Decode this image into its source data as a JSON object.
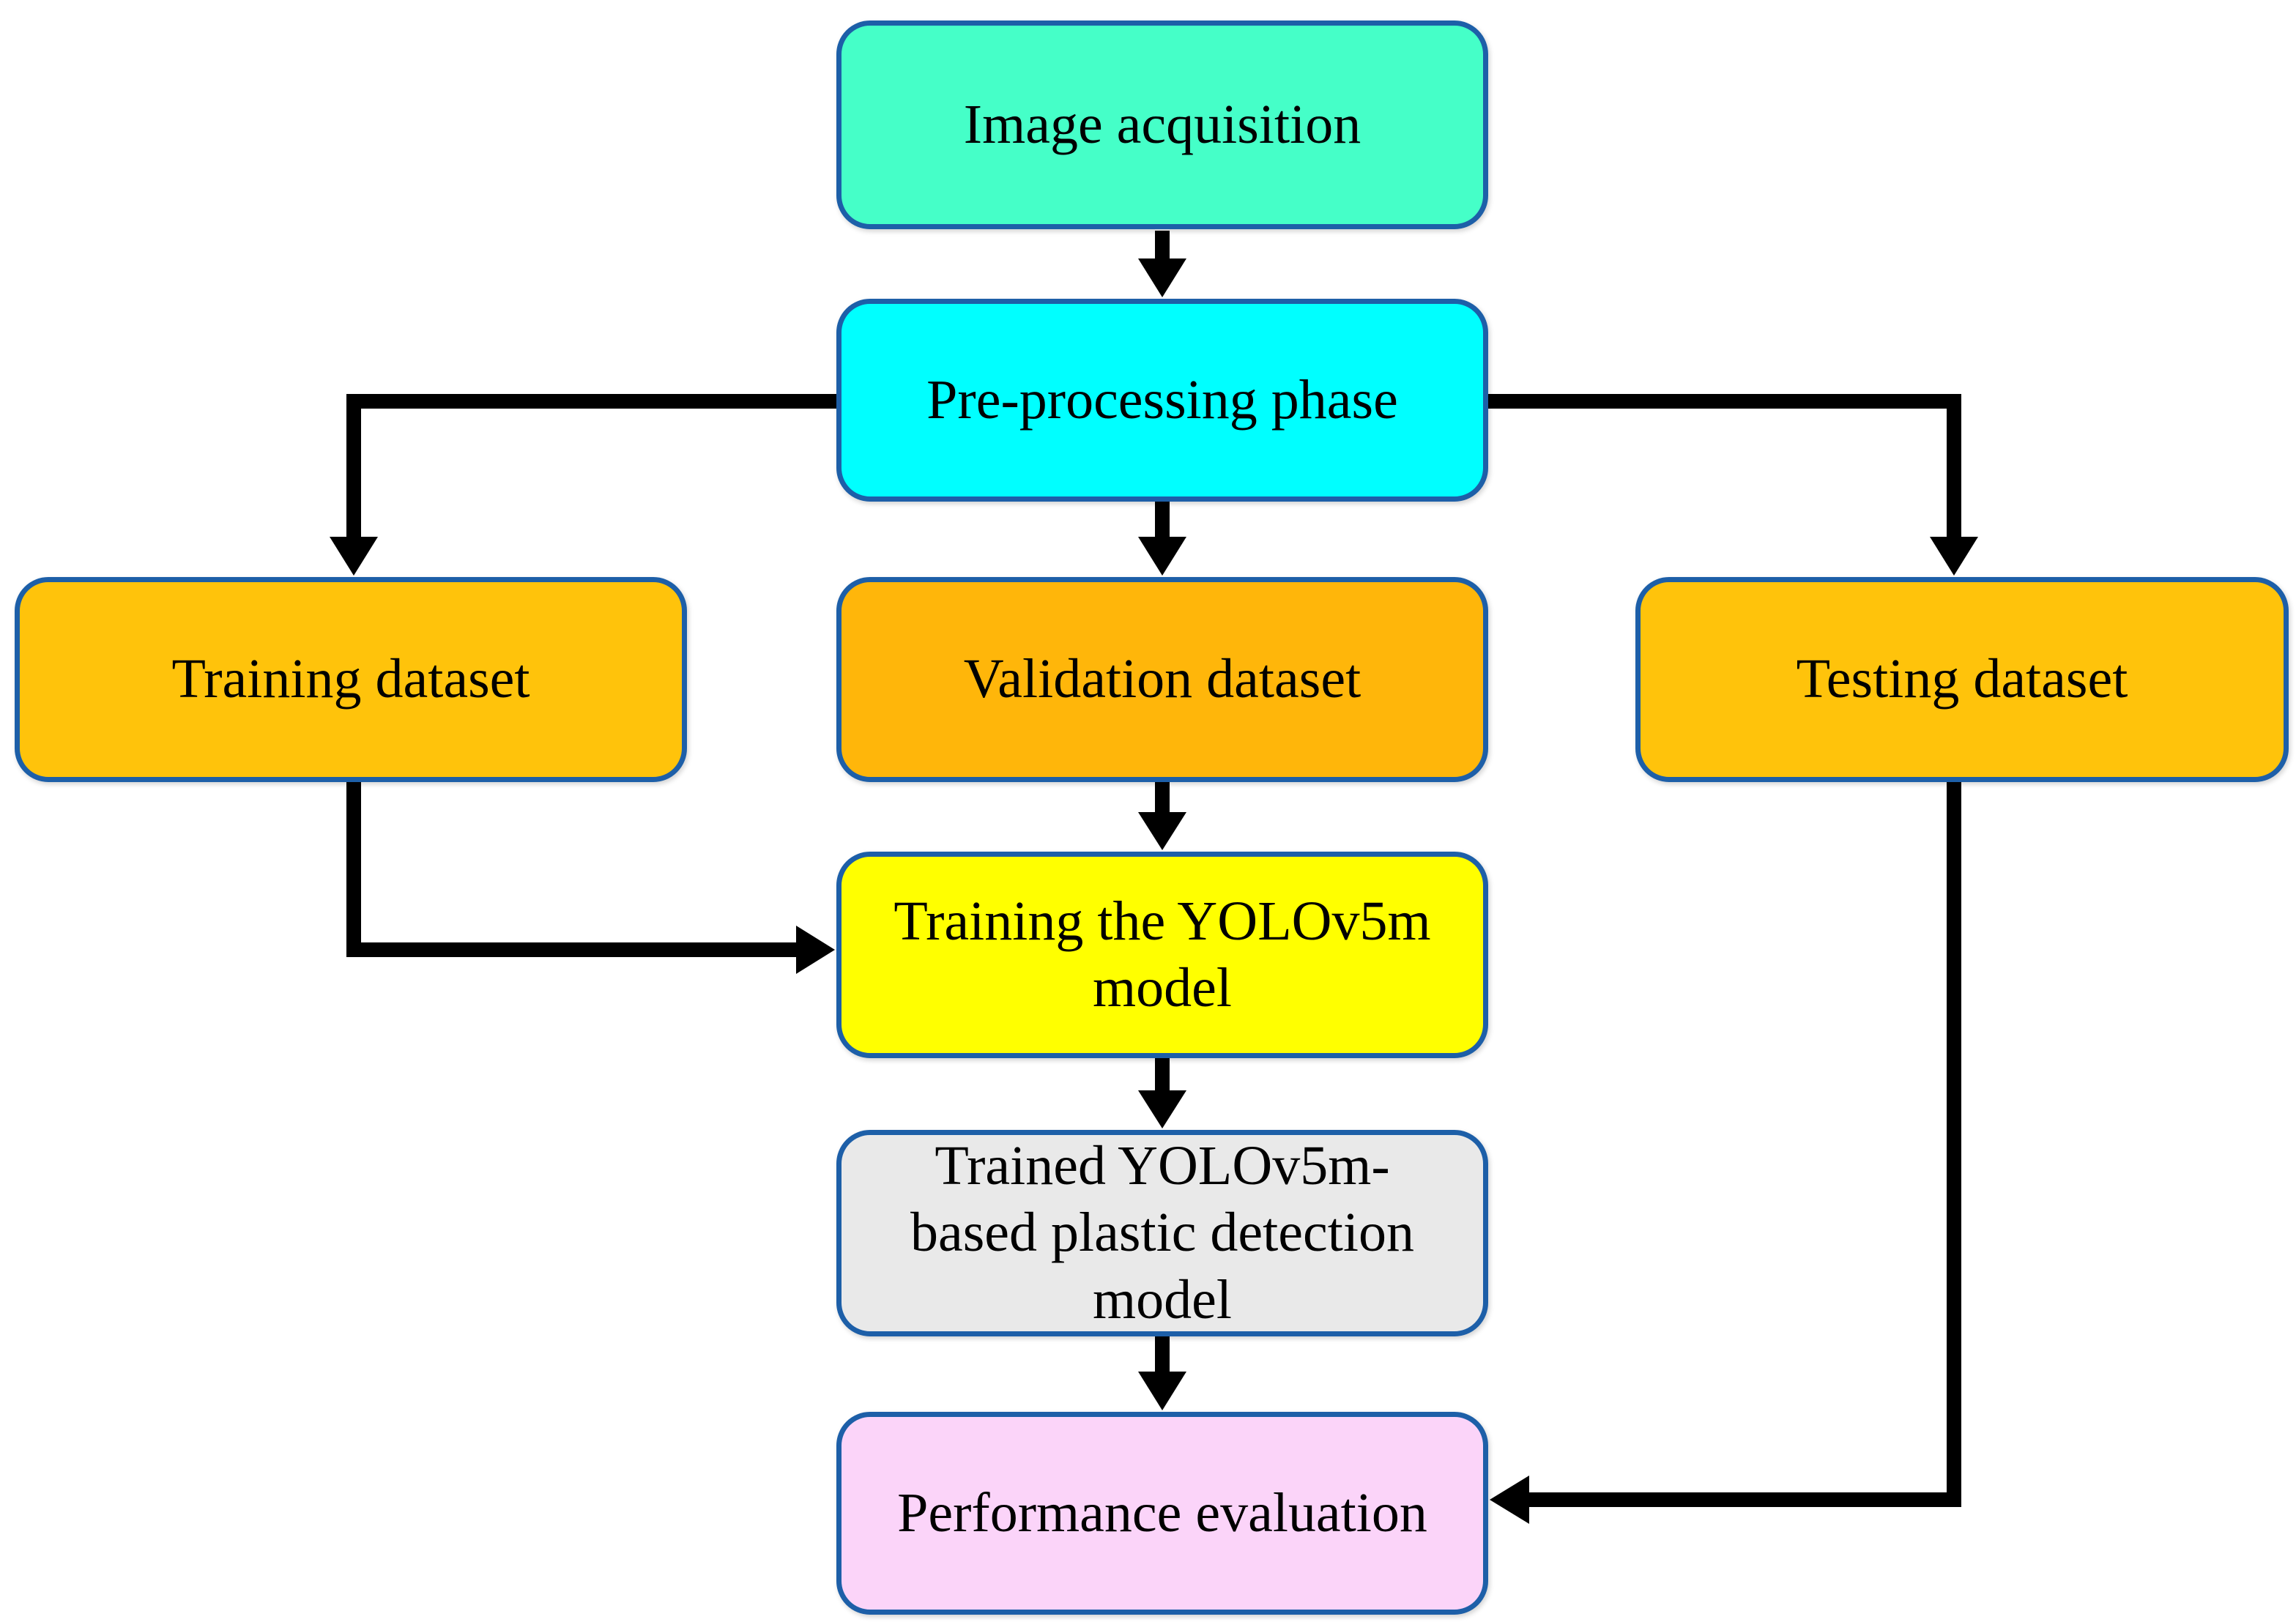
{
  "diagram": {
    "background": "#ffffff",
    "border_color": "#1d5fa8",
    "arrow_color": "#000000",
    "nodes": {
      "image_acquisition": {
        "label": "Image acquisition",
        "fill": "#45ffc8"
      },
      "preprocessing": {
        "label": "Pre-processing phase",
        "fill": "#00ffff"
      },
      "training_dataset": {
        "label": "Training dataset",
        "fill": "#ffc30b"
      },
      "validation_dataset": {
        "label": "Validation dataset",
        "fill": "#ffb60a"
      },
      "testing_dataset": {
        "label": "Testing dataset",
        "fill": "#ffc30b"
      },
      "training_model": {
        "label": "Training the YOLOv5m\nmodel",
        "fill": "#ffff00"
      },
      "trained_model": {
        "label": "Trained YOLOv5m-\nbased plastic detection\nmodel",
        "fill": "#e9e9e9"
      },
      "performance_evaluation": {
        "label": "Performance evaluation",
        "fill": "#fbd4f9"
      }
    },
    "edges": [
      {
        "from": "Image acquisition",
        "to": "Pre-processing phase"
      },
      {
        "from": "Pre-processing phase",
        "to": "Training dataset"
      },
      {
        "from": "Pre-processing phase",
        "to": "Validation dataset"
      },
      {
        "from": "Pre-processing phase",
        "to": "Testing dataset"
      },
      {
        "from": "Training dataset",
        "to": "Training the YOLOv5m model"
      },
      {
        "from": "Validation dataset",
        "to": "Training the YOLOv5m model"
      },
      {
        "from": "Training the YOLOv5m model",
        "to": "Trained YOLOv5m-based plastic detection model"
      },
      {
        "from": "Trained YOLOv5m-based plastic detection model",
        "to": "Performance evaluation"
      },
      {
        "from": "Testing dataset",
        "to": "Performance evaluation"
      }
    ]
  }
}
